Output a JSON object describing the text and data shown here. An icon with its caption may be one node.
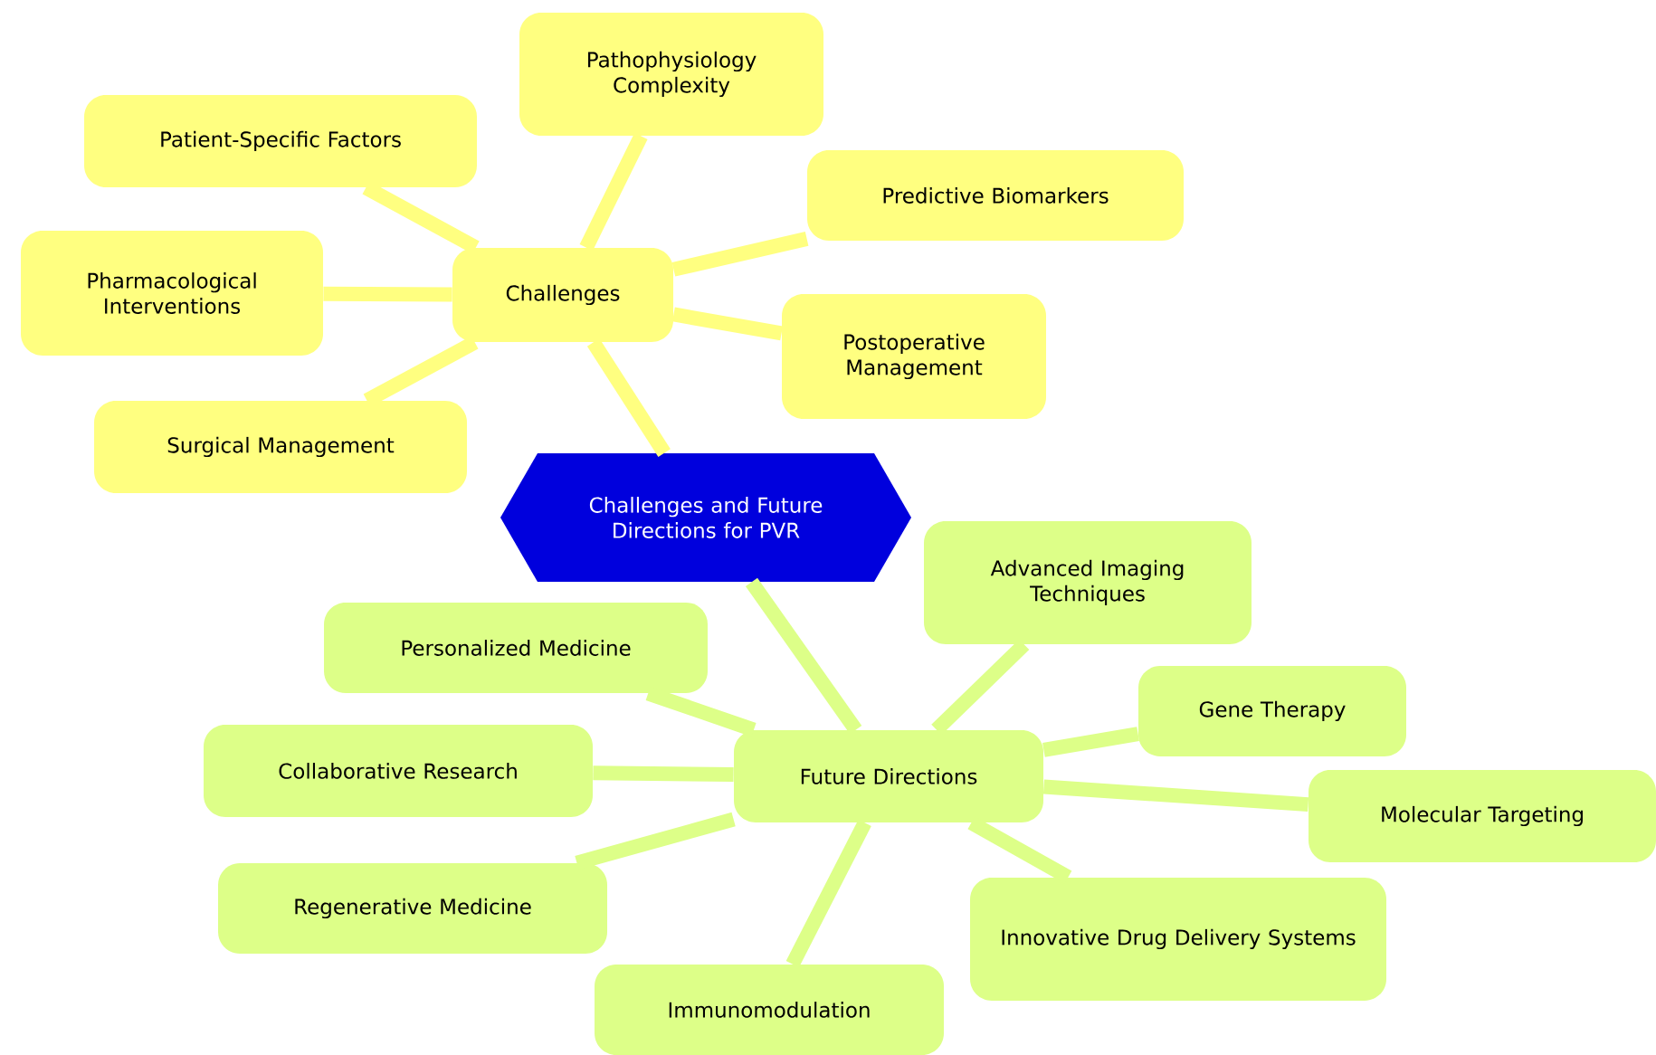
{
  "diagram": {
    "nodes": [
      {
        "text": [
          "Challenges and Future Directions for PVR"
        ]
      },
      {
        "text": [
          "Challenges"
        ]
      },
      {
        "text": [
          "Pathophysiology Complexity"
        ]
      },
      {
        "text": [
          "Patient-Specific Factors"
        ]
      },
      {
        "text": [
          "Predictive Biomarkers"
        ]
      },
      {
        "text": [
          "Pharmacological Interventions"
        ]
      },
      {
        "text": [
          "Postoperative Management"
        ]
      },
      {
        "text": [
          "Surgical Management"
        ]
      },
      {
        "text": [
          "Future Directions"
        ]
      },
      {
        "text": [
          "Advanced Imaging Techniques"
        ]
      },
      {
        "text": [
          "Personalized Medicine"
        ]
      },
      {
        "text": [
          "Gene Therapy"
        ]
      },
      {
        "text": [
          "Collaborative Research"
        ]
      },
      {
        "text": [
          "Molecular Targeting"
        ]
      },
      {
        "text": [
          "Regenerative Medicine"
        ]
      },
      {
        "text": [
          "Innovative Drug Delivery Systems"
        ]
      },
      {
        "text": [
          "Immunomodulation"
        ]
      }
    ],
    "edges": [
      {
        "from": 0,
        "to": 1,
        "arrow": "none",
        "color": "#ffff80"
      },
      {
        "from": 0,
        "to": 8,
        "arrow": "none"
      },
      {
        "from": 1,
        "to": 2,
        "arrow": "none",
        "color": "#ffff80"
      },
      {
        "from": 1,
        "to": 3,
        "arrow": "none",
        "color": "#ffff80"
      },
      {
        "from": 1,
        "to": 4,
        "arrow": "none",
        "color": "#ffff80"
      },
      {
        "from": 1,
        "to": 5,
        "arrow": "none",
        "color": "#ffff80"
      },
      {
        "from": 1,
        "to": 6,
        "arrow": "none",
        "color": "#ffff80"
      },
      {
        "from": 1,
        "to": 7,
        "arrow": "none",
        "color": "#ffff80"
      },
      {
        "from": 8,
        "to": 9,
        "arrow": "none"
      },
      {
        "from": 8,
        "to": 10,
        "arrow": "none"
      },
      {
        "from": 8,
        "to": 11,
        "arrow": "none"
      },
      {
        "from": 8,
        "to": 12,
        "arrow": "none"
      },
      {
        "from": 8,
        "to": 13,
        "arrow": "none"
      },
      {
        "from": 8,
        "to": 14,
        "arrow": "none"
      },
      {
        "from": 8,
        "to": 15,
        "arrow": "none"
      },
      {
        "from": 8,
        "to": 16,
        "arrow": "none"
      }
    ]
  }
}
